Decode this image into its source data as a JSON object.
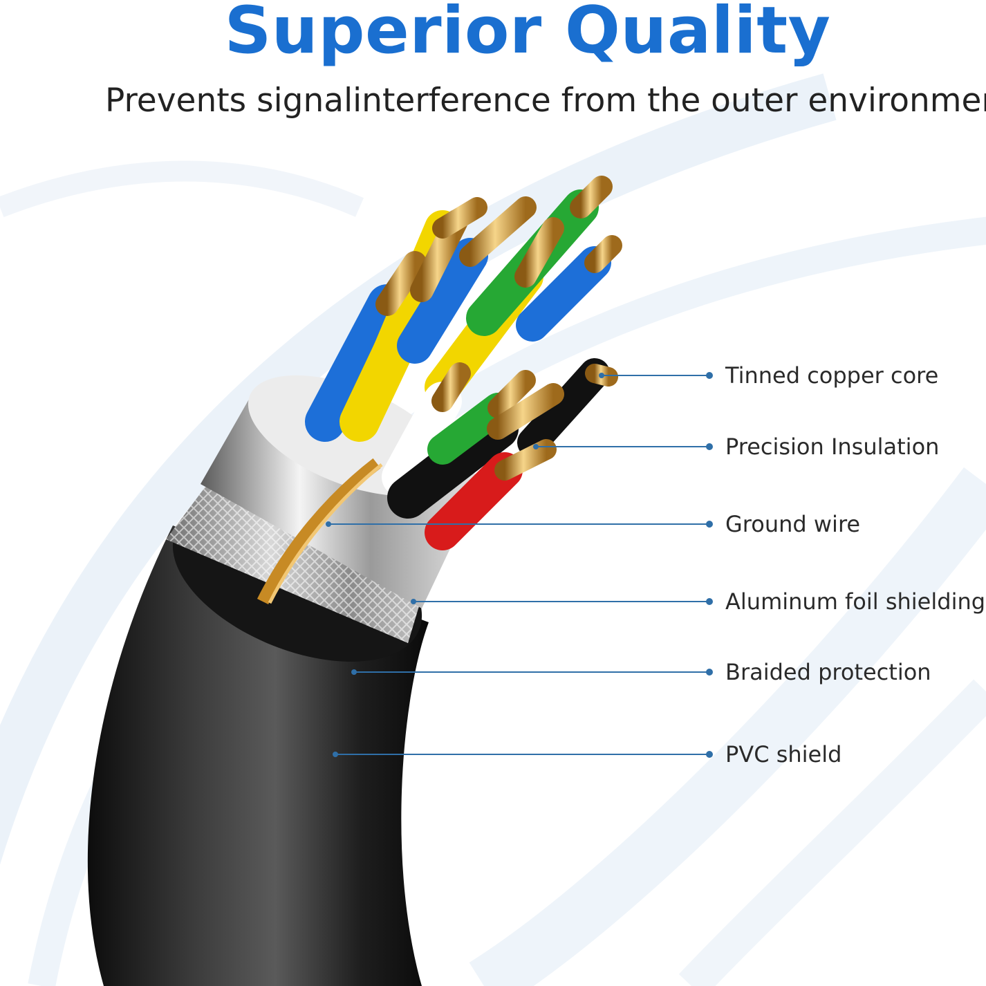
{
  "header": {
    "title": "Superior Quality",
    "subtitle": "Prevents signalinterference from the outer environment"
  },
  "callouts": [
    {
      "label": "Tinned copper core"
    },
    {
      "label": "Precision Insulation"
    },
    {
      "label": "Ground wire"
    },
    {
      "label": "Aluminum foil shielding"
    },
    {
      "label": "Braided protection"
    },
    {
      "label": "PVC shield"
    }
  ],
  "colors": {
    "accent": "#1a6fd0",
    "leader_line": "#2f6fa8",
    "jacket": "#1a1a1a",
    "conductor_copper": "#d4a24a",
    "insulation": [
      "#f2d600",
      "#1d6fd8",
      "#26a834",
      "#ffffff",
      "#111111",
      "#d81b1b"
    ]
  }
}
